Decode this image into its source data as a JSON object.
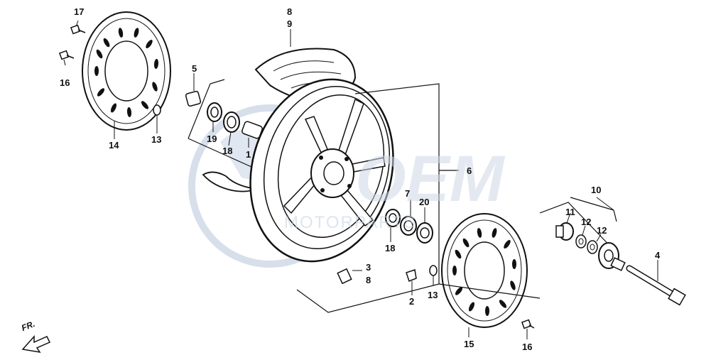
{
  "watermark": {
    "logo": "OEM",
    "sub": "MOTORPARTS"
  },
  "direction_label": "FR.",
  "callouts": {
    "c17": "17",
    "c16a": "16",
    "c14": "14",
    "c13a": "13",
    "c5": "5",
    "c19": "19",
    "c18a": "18",
    "c1": "1",
    "c8a": "8",
    "c9": "9",
    "c6": "6",
    "c7": "7",
    "c20": "20",
    "c18b": "18",
    "c3": "3",
    "c8b": "8",
    "c2": "2",
    "c13b": "13",
    "c10": "10",
    "c11": "11",
    "c12a": "12",
    "c12b": "12",
    "c4": "4",
    "c15": "15",
    "c16b": "16"
  },
  "colors": {
    "line": "#111111",
    "watermark": "#cfd8e6"
  }
}
